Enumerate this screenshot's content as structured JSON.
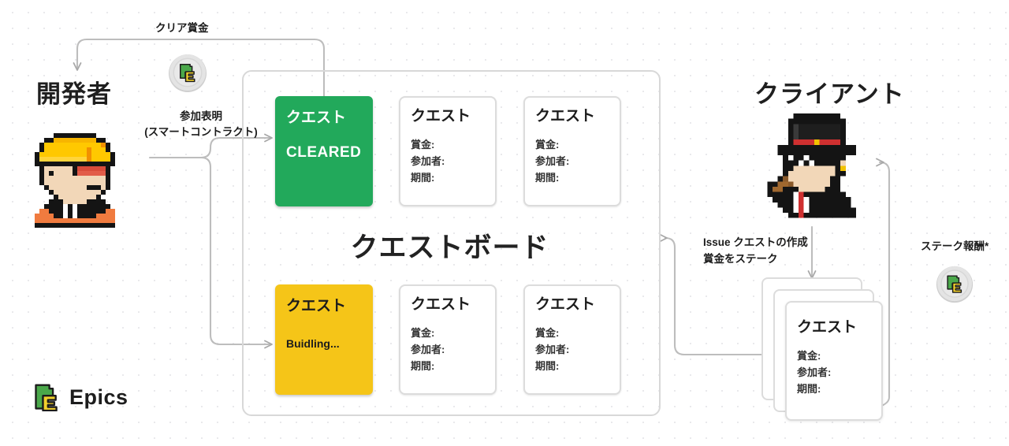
{
  "roles": {
    "developer": "開発者",
    "client": "クライアント"
  },
  "board": {
    "title": "クエストボード",
    "cleared_card": {
      "title": "クエスト",
      "state": "CLEARED"
    },
    "building_card": {
      "title": "クエスト",
      "state": "Buidling..."
    },
    "quest_cards": [
      {
        "title": "クエスト",
        "fields": [
          "賞金:",
          "参加者:",
          "期間:"
        ]
      },
      {
        "title": "クエスト",
        "fields": [
          "賞金:",
          "参加者:",
          "期間:"
        ]
      },
      {
        "title": "クエスト",
        "fields": [
          "賞金:",
          "参加者:",
          "期間:"
        ]
      },
      {
        "title": "クエスト",
        "fields": [
          "賞金:",
          "参加者:",
          "期間:"
        ]
      }
    ]
  },
  "client_stack": {
    "title": "クエスト",
    "fields": [
      "賞金:",
      "参加者:",
      "期間:"
    ]
  },
  "labels": {
    "clear_reward": "クリア賞金",
    "participate_line1": "参加表明",
    "participate_line2": "(スマートコントラクト)",
    "issue_create": "Issue クエストの作成",
    "stake_bounty": "賞金をステーク",
    "stake_reward": "ステーク報酬*"
  },
  "brand": {
    "name": "Epics"
  },
  "icons": {
    "coin_top": "epics-coin-icon",
    "coin_right": "epics-coin-icon",
    "developer_avatar": "pixel-developer-avatar",
    "client_avatar": "pixel-client-avatar",
    "logo": "epics-logo-icon"
  },
  "colors": {
    "green": "#22a95b",
    "yellow": "#f5c518",
    "wire": "#b3b3b3",
    "board_border": "#d8d8d8",
    "text": "#1a1a1a"
  }
}
